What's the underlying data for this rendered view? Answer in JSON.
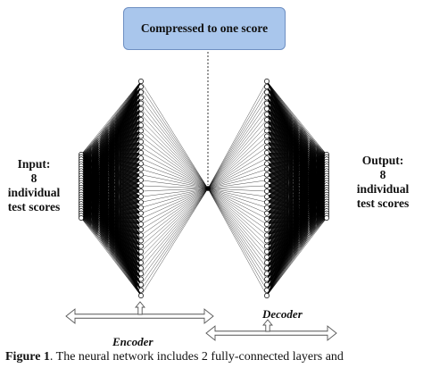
{
  "top_box": {
    "text": "Compressed to one score"
  },
  "input_label": [
    "Input:",
    "8",
    "individual",
    "test scores"
  ],
  "output_label": [
    "Output:",
    "8",
    "individual",
    "test scores"
  ],
  "encoder_label": "Encoder",
  "decoder_label": "Decoder",
  "caption": {
    "figure": "Figure 1",
    "text": ". The neural network includes 2 fully-connected layers and"
  },
  "network": {
    "outer_layer_nodes": 28,
    "middle_layer_nodes": 40,
    "bottleneck_nodes": 1
  },
  "colors": {
    "box_fill": "#a9c6ec",
    "box_border": "#6e8fc2",
    "line": "#000000",
    "node_fill": "#ffffff"
  }
}
